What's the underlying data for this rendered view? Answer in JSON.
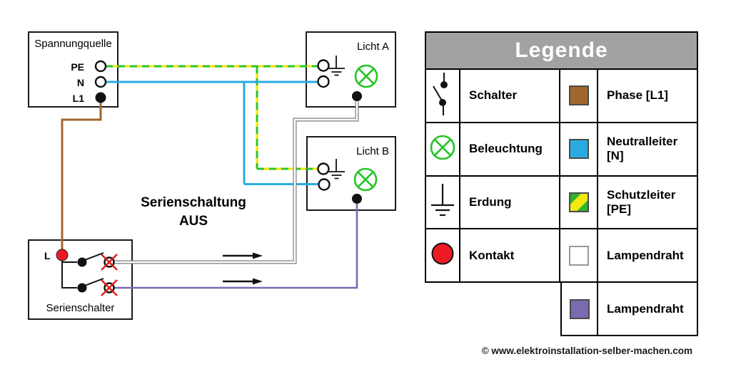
{
  "diagram": {
    "state_title": {
      "line1": "Serienschaltung",
      "line2": "AUS"
    },
    "voltage_source": {
      "label": "Spannungquelle",
      "terminal_pe": "PE",
      "terminal_n": "N",
      "terminal_l1": "L1"
    },
    "light_a": {
      "label": "Licht A"
    },
    "light_b": {
      "label": "Licht B"
    },
    "series_switch": {
      "label": "Serienschalter",
      "contact_label": "L"
    }
  },
  "legend": {
    "title": "Legende",
    "rows": [
      {
        "symbol": "switch-icon",
        "symbol_label": "Schalter",
        "swatch": "#A1672D",
        "swatch_label": "Phase [L1]"
      },
      {
        "symbol": "lamp-icon",
        "symbol_label": "Beleuchtung",
        "swatch": "#29ABE2",
        "swatch_label": "Neutralleiter [N]"
      },
      {
        "symbol": "ground-icon",
        "symbol_label": "Erdung",
        "swatch": "striped-green-yellow",
        "swatch_label": "Schutzleiter [PE]"
      },
      {
        "symbol": "contact-icon",
        "symbol_label": "Kontakt",
        "swatch": "#FFFFFF",
        "swatch_label": "Lampendraht"
      },
      {
        "swatch": "#7C6AAF",
        "swatch_label": "Lampendraht"
      }
    ]
  },
  "colors": {
    "phase_brown": "#A1672D",
    "neutral_blue": "#29ABE2",
    "pe_wire_yellow": "#F6E400",
    "pe_wire_green": "#2DC42D",
    "lamp_green": "#25C525",
    "lamp_wire_gray": "#7A7A7A",
    "lamp_wire_purple": "#7C6AAF",
    "contact_red": "#EC1B23",
    "legend_header_gray": "#A2A2A2"
  },
  "footer": {
    "copyright": "© www.elektroinstallation-selber-machen.com"
  }
}
